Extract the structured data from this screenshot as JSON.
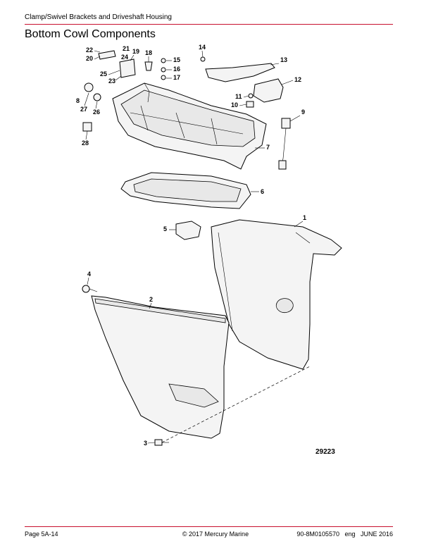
{
  "header": {
    "section": "Clamp/Swivel Brackets and Driveshaft Housing",
    "title": "Bottom Cowl Components"
  },
  "diagram": {
    "id_number": "29223",
    "callouts": [
      "1",
      "2",
      "3",
      "4",
      "5",
      "6",
      "7",
      "8",
      "9",
      "10",
      "11",
      "12",
      "13",
      "14",
      "15",
      "16",
      "17",
      "18",
      "19",
      "20",
      "21",
      "22",
      "23",
      "24",
      "25",
      "26",
      "27",
      "28"
    ]
  },
  "footer": {
    "page": "Page 5A-14",
    "copyright": "© 2017 Mercury Marine",
    "doc": "90-8M0105570   eng   JUNE 2016"
  },
  "colors": {
    "rule": "#c8102e"
  }
}
